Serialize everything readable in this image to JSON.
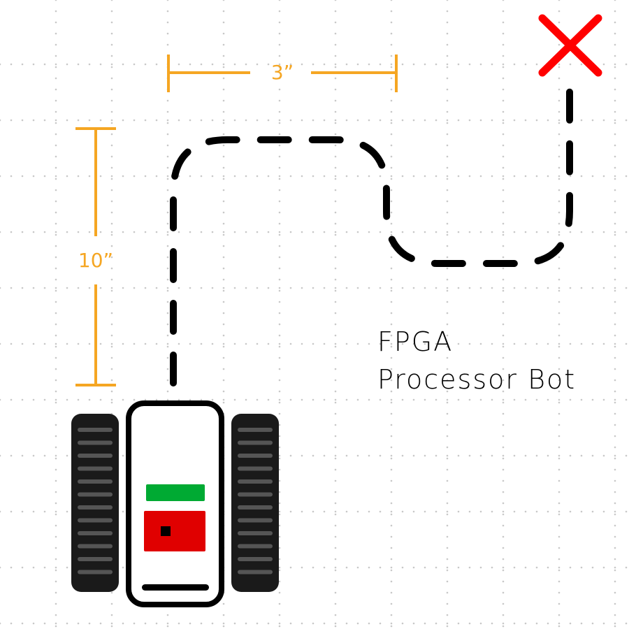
{
  "title": {
    "line1": "FPGA",
    "line2": "Processor Bot"
  },
  "dimensions": {
    "horizontal": "3”",
    "vertical": "10”"
  },
  "colors": {
    "background": "#ffffff",
    "grid_dots": "#c8c8c8",
    "dimension_lines": "#f5a623",
    "path": "#000000",
    "target_marker": "#ff0000",
    "treads": "#1a1a1a",
    "tread_ridges": "#555555",
    "status_strip": "#00aa33",
    "chip": "#e00000",
    "chip_core": "#000000"
  },
  "icons": {
    "target": "x-mark-icon",
    "robot": "tracked-robot-icon"
  }
}
